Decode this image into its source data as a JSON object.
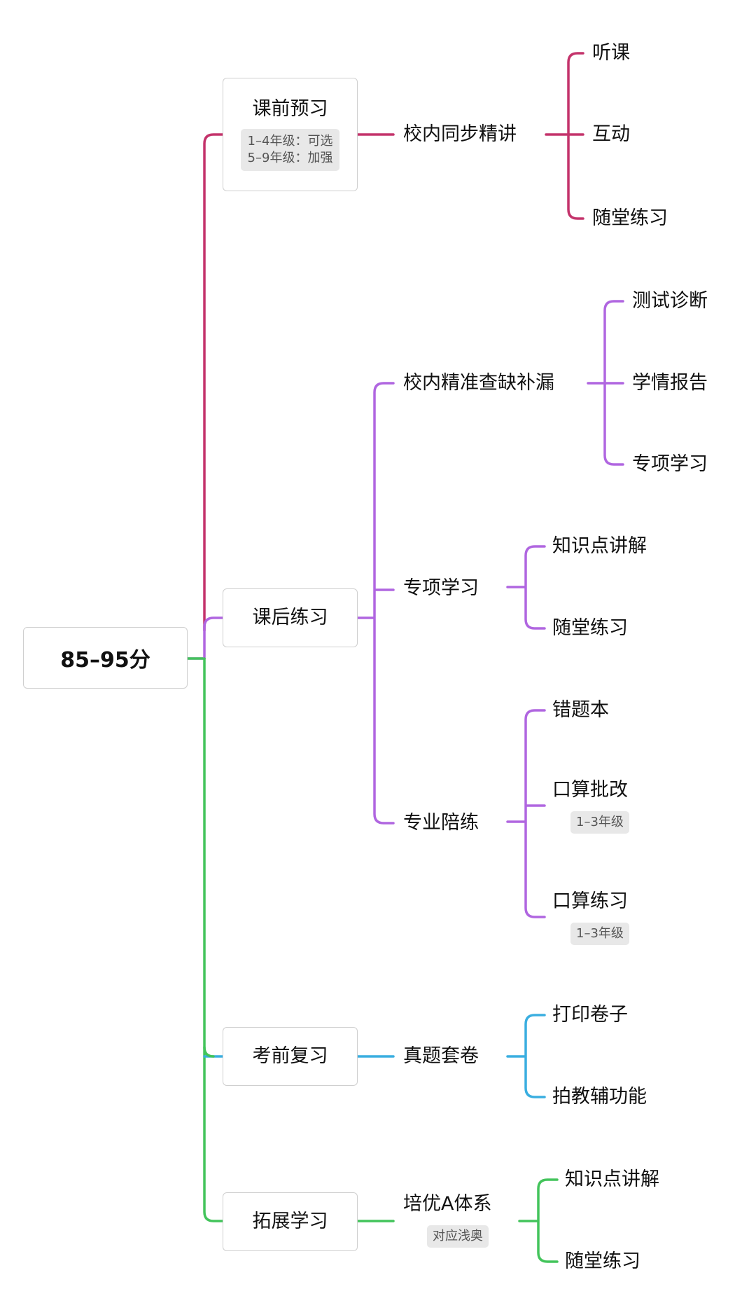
{
  "root": {
    "label": "85–95分"
  },
  "colors": {
    "pre": "#c4336b",
    "post": "#b066e0",
    "exam": "#3aaee0",
    "ext": "#43c45b"
  },
  "branches": {
    "pre": {
      "label": "课前预习",
      "note": [
        "1–4年级：可选",
        "5–9年级：加强"
      ],
      "child": "校内同步精讲",
      "leaves": [
        "听课",
        "互动",
        "随堂练习"
      ]
    },
    "post": {
      "label": "课后练习",
      "children": [
        {
          "label": "校内精准查缺补漏",
          "leaves": [
            "测试诊断",
            "学情报告",
            "专项学习"
          ]
        },
        {
          "label": "专项学习",
          "leaves": [
            "知识点讲解",
            "随堂练习"
          ]
        },
        {
          "label": "专业陪练",
          "leaves": [
            {
              "label": "错题本"
            },
            {
              "label": "口算批改",
              "tag": "1–3年级"
            },
            {
              "label": "口算练习",
              "tag": "1–3年级"
            }
          ]
        }
      ]
    },
    "exam": {
      "label": "考前复习",
      "child": "真题套卷",
      "leaves": [
        "打印卷子",
        "拍教辅功能"
      ]
    },
    "ext": {
      "label": "拓展学习",
      "child": "培优A体系",
      "child_tag": "对应浅奥",
      "leaves": [
        "知识点讲解",
        "随堂练习"
      ]
    }
  }
}
